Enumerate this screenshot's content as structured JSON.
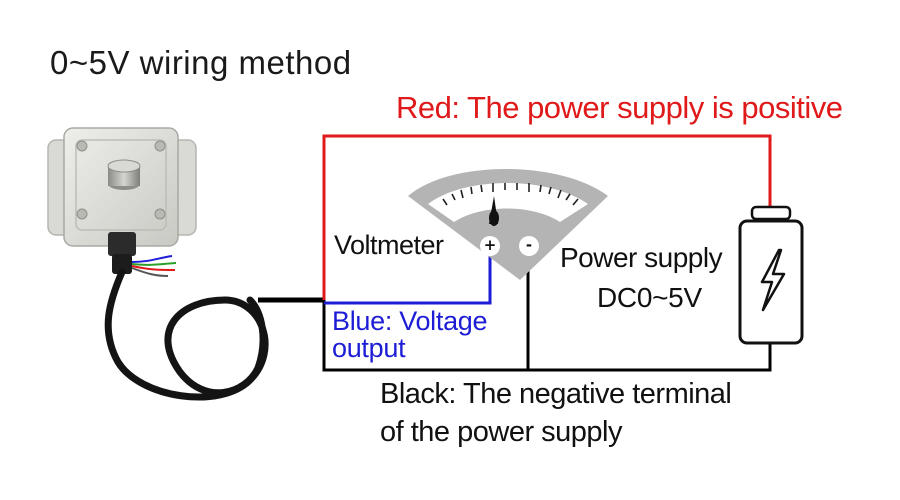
{
  "title": "0~5V wiring method",
  "wires": {
    "red": "Red: The power supply is positive",
    "blue_line1": "Blue: Voltage",
    "blue_line2": "output",
    "black_line1": "Black: The negative terminal",
    "black_line2": "of the power supply"
  },
  "voltmeter": {
    "label": "Voltmeter",
    "plus": "+",
    "minus": "-"
  },
  "power_supply": {
    "label_line1": "Power supply",
    "label_line2": "DC0~5V"
  },
  "colors": {
    "red_wire": "#e0191a",
    "blue_wire": "#1d1dd6",
    "black_wire": "#000000"
  },
  "icons": [
    "sensor-transmitter",
    "voltmeter-dial",
    "battery-lightning-icon"
  ]
}
